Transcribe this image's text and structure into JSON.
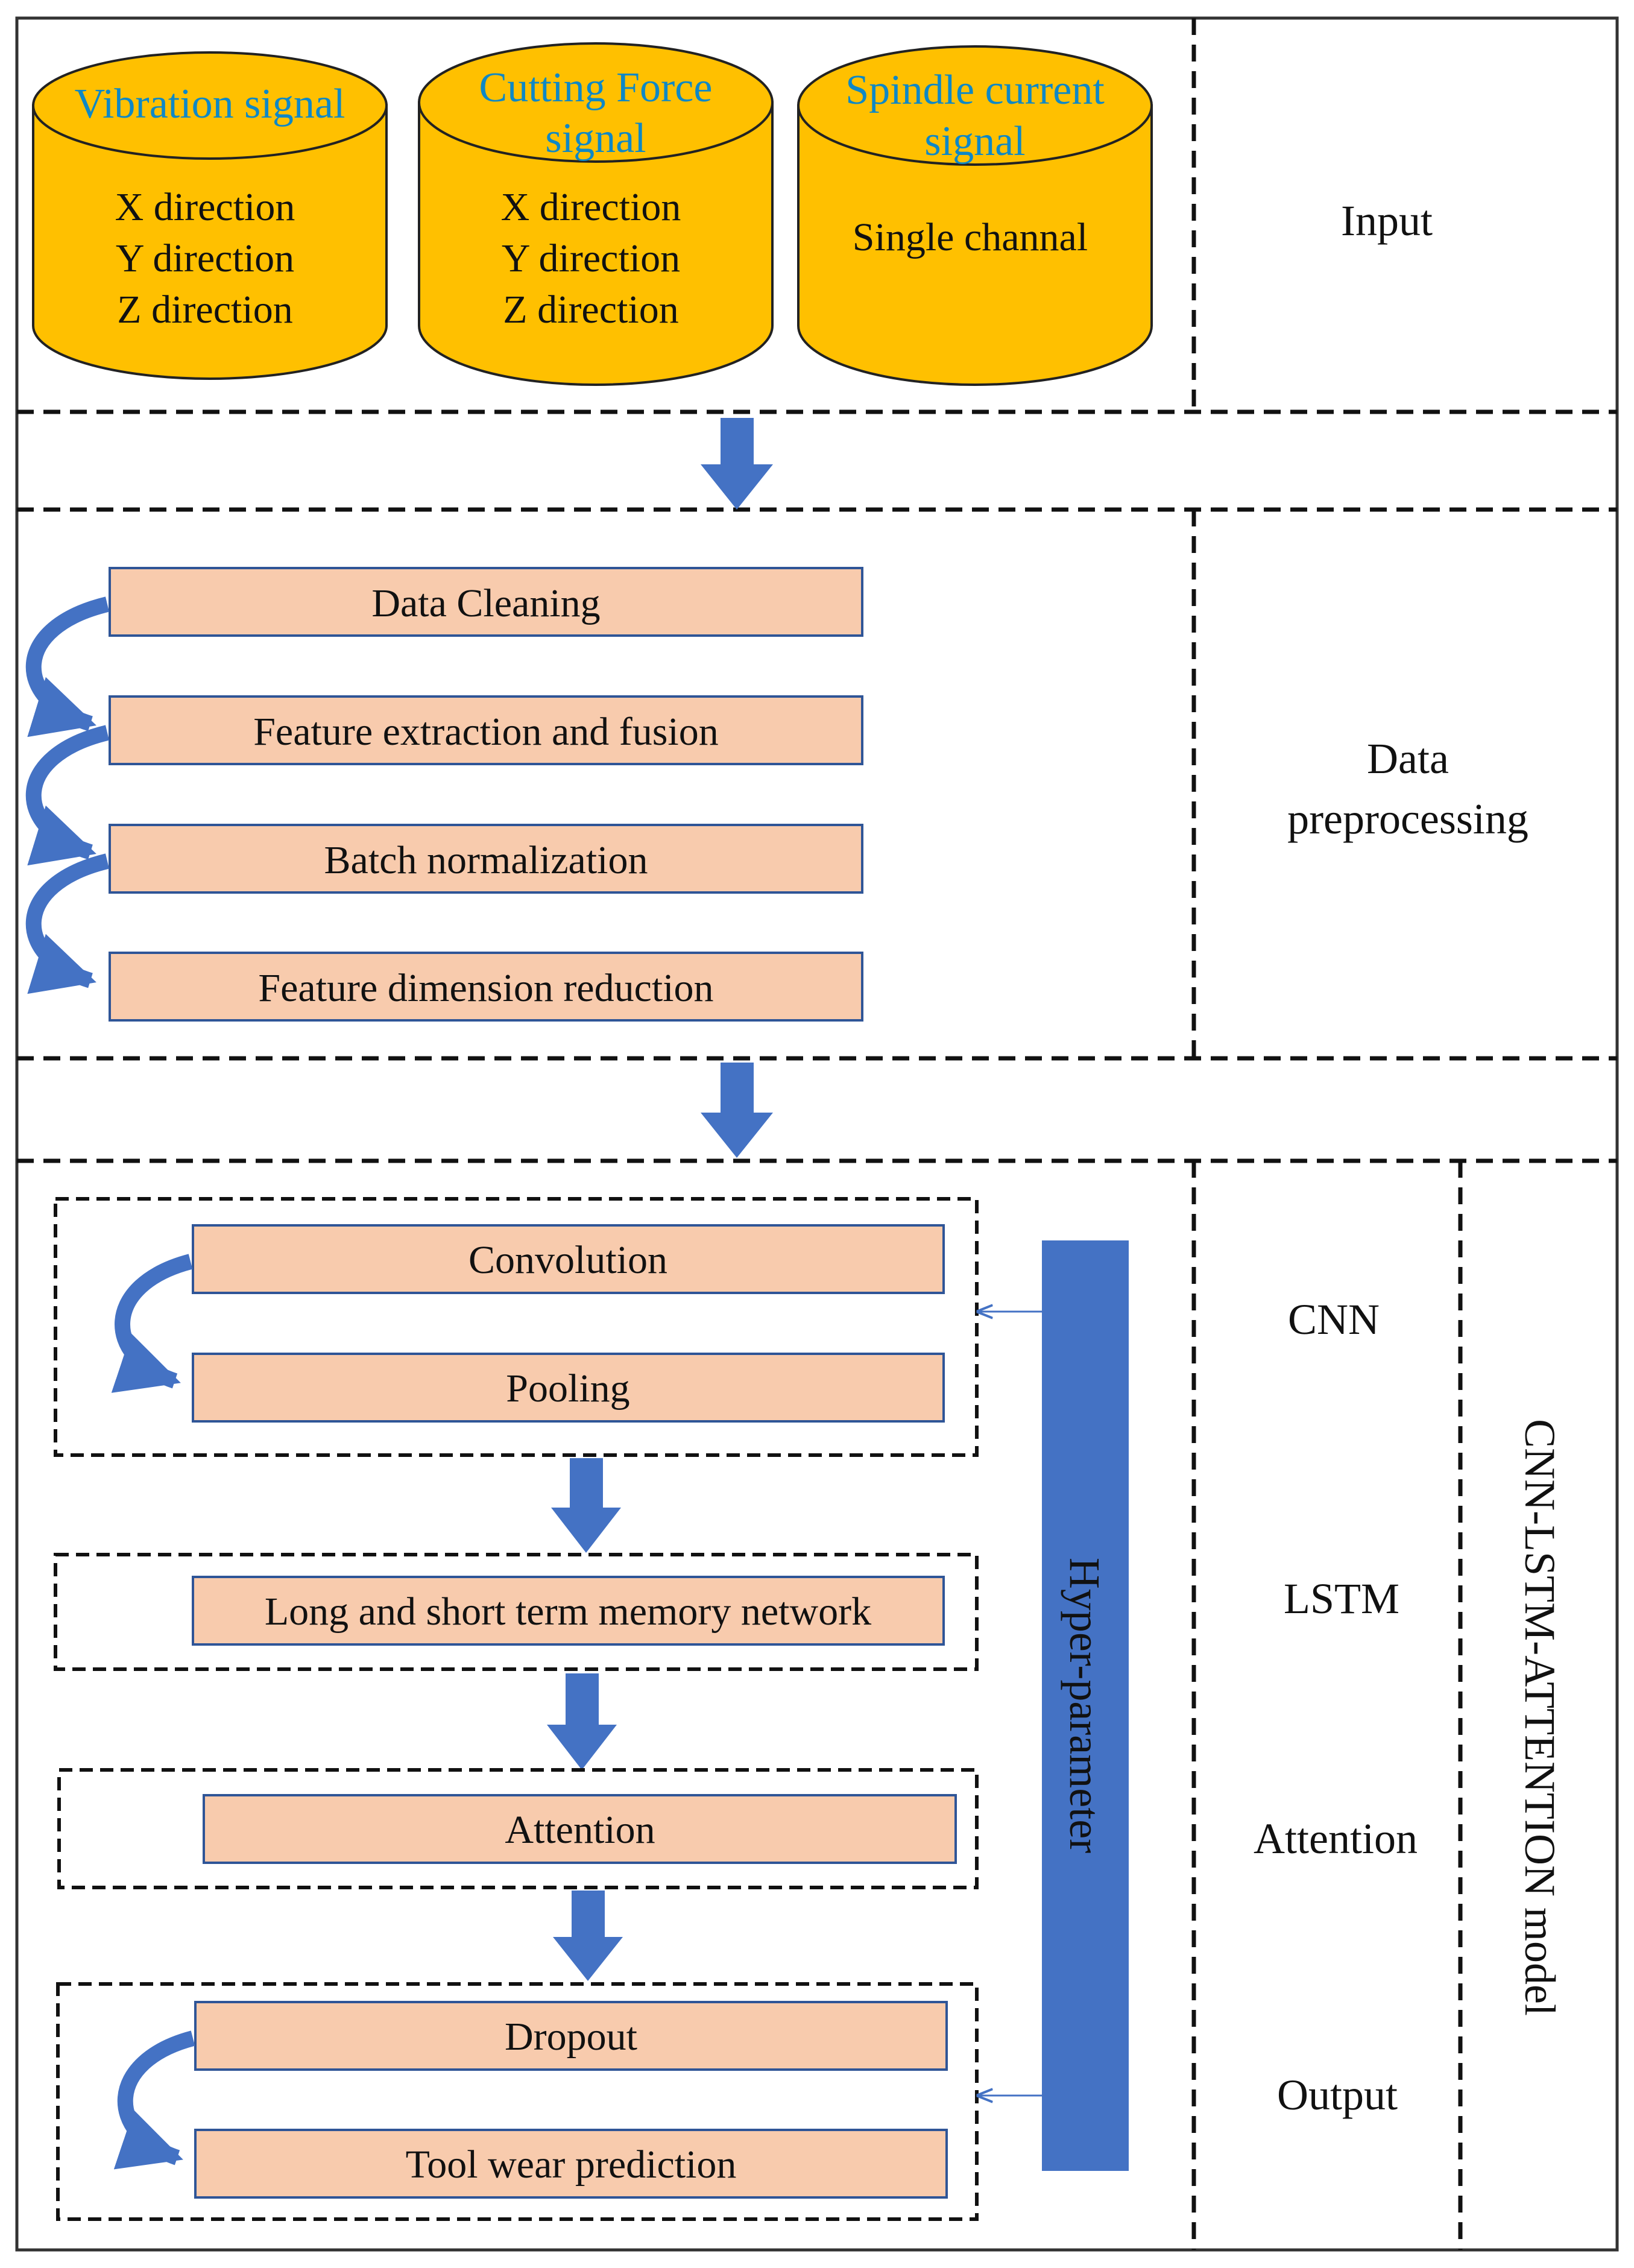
{
  "colors": {
    "database_fill": "#ffc000",
    "step_fill": "#f8cbad",
    "step_border": "#2f5597",
    "arrow": "#4472c4",
    "database_title": "#0e88c6"
  },
  "input": {
    "databases": [
      {
        "title_lines": [
          "Vibration signal"
        ],
        "body_lines": [
          "X direction",
          "Y direction",
          "Z direction"
        ]
      },
      {
        "title_lines": [
          "Cutting Force",
          "signal"
        ],
        "body_lines": [
          "X direction",
          "Y direction",
          "Z direction"
        ]
      },
      {
        "title_lines": [
          "Spindle current",
          "signal"
        ],
        "body_lines": [
          "Single channal"
        ]
      }
    ],
    "side_label": "Input"
  },
  "preprocessing": {
    "steps": [
      "Data Cleaning",
      "Feature extraction and fusion",
      "Batch normalization",
      "Feature dimension reduction"
    ],
    "side_label_lines": [
      "Data",
      "preprocessing"
    ]
  },
  "model": {
    "cnn_steps": [
      "Convolution",
      "Pooling"
    ],
    "lstm_step": "Long and short term memory network",
    "attention_step": "Attention",
    "output_steps": [
      "Dropout",
      "Tool wear prediction"
    ],
    "hyper_parameter_label": "Hyper-parameter",
    "stage_labels": [
      "CNN",
      "LSTM",
      "Attention",
      "Output"
    ],
    "model_label": "CNN-LSTM-ATTENTION model"
  }
}
